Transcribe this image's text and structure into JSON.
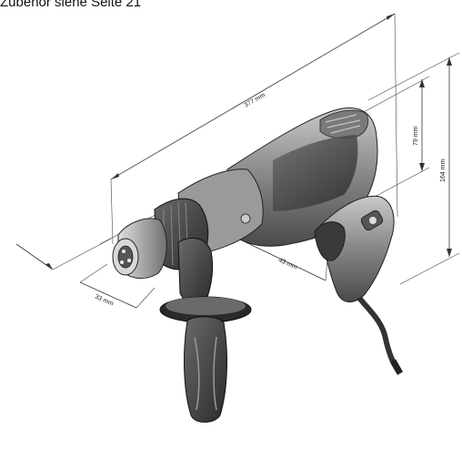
{
  "header": {
    "text": "Zubehör siehe Seite 21"
  },
  "dimensions": {
    "length_label": "377 mm",
    "height_front_label": "79 mm",
    "height_total_label": "164 mm",
    "collar_label": "43 mm",
    "chuck_label": "33 mm"
  }
}
